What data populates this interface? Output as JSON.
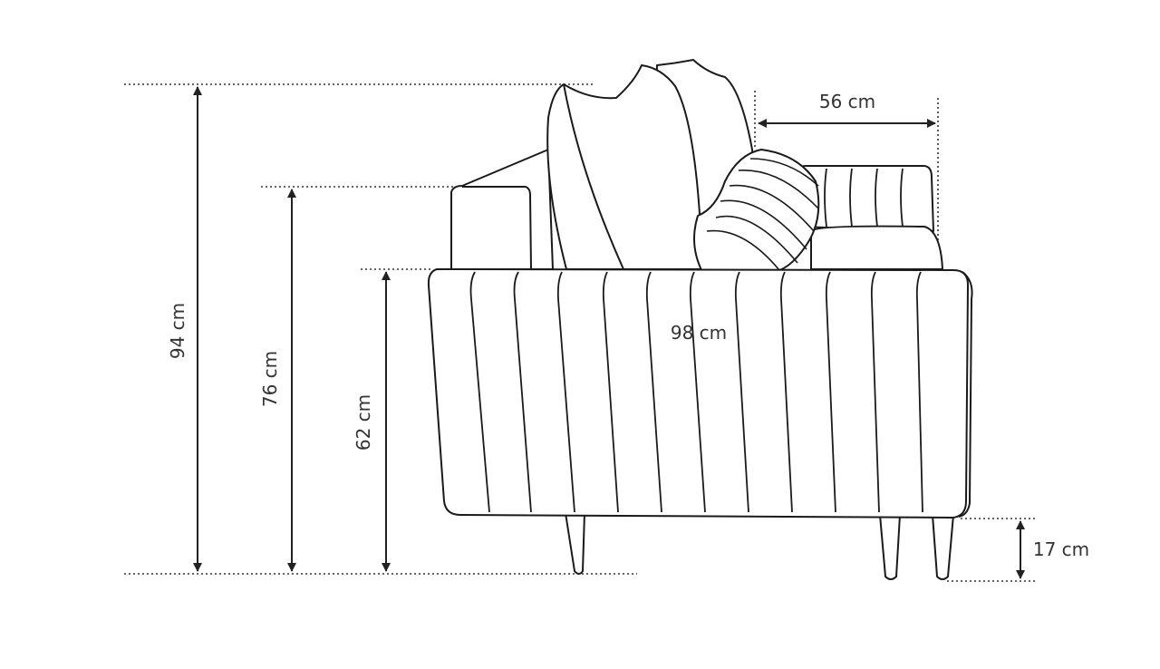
{
  "dimensions": {
    "total_height": "94 cm",
    "back_height": "76 cm",
    "armrest_height": "62 cm",
    "depth": "98 cm",
    "seat_depth": "56 cm",
    "leg_height": "17 cm"
  },
  "colors": {
    "line": "#1a1a1a",
    "dim": "#333333"
  }
}
